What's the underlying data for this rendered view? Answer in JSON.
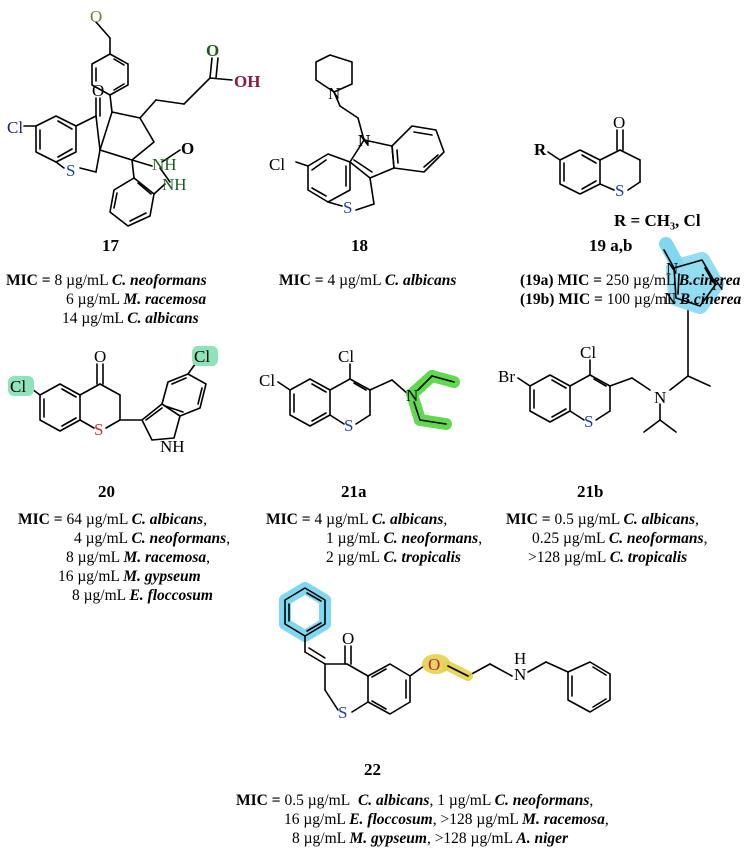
{
  "colors": {
    "cl": "#1a237e",
    "s_blue": "#1a3fa8",
    "s_red": "#d32f2f",
    "n": "#1b5e20",
    "oh": "#8b1a3a",
    "o_olive": "#7a7a2a",
    "hl_cyan": "#7fd8ef",
    "hl_green": "#8fe36a",
    "hl_green_bright": "#4fd63a",
    "hl_yellow": "#e3d24a",
    "o_magenta": "#c2185b"
  },
  "compounds": [
    {
      "id": "17",
      "atoms": {
        "cl": "Cl",
        "o_ketone": "O",
        "nh1": "NH",
        "nh2": "NH",
        "s": "S",
        "o_amide": "O",
        "o_acid": "O",
        "oh": "OH"
      },
      "mic_label": "MIC =",
      "activities": [
        {
          "value": "8 µg/mL",
          "organism": "C. neoformans"
        },
        {
          "value": "6 µg/mL",
          "organism": "M. racemosa"
        },
        {
          "value": "14 µg/mL",
          "organism": "C. albicans"
        }
      ]
    },
    {
      "id": "18",
      "atoms": {
        "cl": "Cl",
        "n_pyr": "N",
        "n_ind": "N",
        "s": "S"
      },
      "mic_label": "MIC =",
      "activities": [
        {
          "value": "4 µg/mL",
          "organism": "C. albicans"
        }
      ]
    },
    {
      "id": "19 a,b",
      "atoms": {
        "r": "R",
        "o": "O",
        "s": "S",
        "r_def": "R = CH₃, Cl"
      },
      "entries": [
        {
          "tag": "(19a)",
          "mic_label": "MIC =",
          "value": "250 µg/mL",
          "organism": "B.cinerea"
        },
        {
          "tag": "(19b)",
          "mic_label": "MIC =",
          "value": "100 µg/mL",
          "organism": "B.cinerea"
        }
      ]
    },
    {
      "id": "20",
      "atoms": {
        "cl1": "Cl",
        "cl2": "Cl",
        "o": "O",
        "s": "S",
        "nh": "NH"
      },
      "mic_label": "MIC =",
      "activities": [
        {
          "value": "64 µg/mL",
          "organism": "C. albicans",
          "sep": ","
        },
        {
          "value": "4 µg/mL",
          "organism": "C. neoformans",
          "sep": ","
        },
        {
          "value": "8 µg/mL",
          "organism": "M. racemosa",
          "sep": ","
        },
        {
          "value": "16 µg/mL",
          "organism": "M. gypseum",
          "sep": ""
        },
        {
          "value": "8 µg/mL",
          "organism": "E. floccosum",
          "sep": ""
        }
      ]
    },
    {
      "id": "21a",
      "atoms": {
        "cl1": "Cl",
        "cl2": "Cl",
        "s": "S",
        "n": "N"
      },
      "mic_label": "MIC =",
      "activities": [
        {
          "value": "4 µg/mL",
          "organism": "C. albicans",
          "sep": ","
        },
        {
          "value": "1 µg/mL",
          "organism": "C. neoformans",
          "sep": ","
        },
        {
          "value": "2 µg/mL",
          "organism": "C. tropicalis",
          "sep": ""
        }
      ]
    },
    {
      "id": "21b",
      "atoms": {
        "br": "Br",
        "cl": "Cl",
        "s": "S",
        "n_amine": "N",
        "n1": "N",
        "n2": "N",
        "n3": "N"
      },
      "mic_label": "MIC =",
      "activities": [
        {
          "value": "0.5 µg/mL",
          "organism": "C. albicans",
          "sep": ","
        },
        {
          "value": "0.25 µg/mL",
          "organism": "C. neoformans",
          "sep": ","
        },
        {
          "value": ">128 µg/mL",
          "organism": "C. tropicalis",
          "sep": ""
        }
      ]
    },
    {
      "id": "22",
      "atoms": {
        "o_ketone": "O",
        "o_ether": "O",
        "s": "S",
        "nh": "H",
        "n": "N"
      },
      "mic_label": "MIC =",
      "lines": [
        [
          {
            "value": "0.5 µg/mL",
            "organism": "C. albicans",
            "sep": ", "
          },
          {
            "value": "1 µg/mL",
            "organism": "C. neoformans",
            "sep": ","
          }
        ],
        [
          {
            "value": "16 µg/mL",
            "organism": "E. floccosum",
            "sep": ", "
          },
          {
            "value": ">128 µg/mL",
            "organism": "M. racemosa",
            "sep": ","
          }
        ],
        [
          {
            "value": "8 µg/mL",
            "organism": "M. gypseum",
            "sep": ", "
          },
          {
            "value": ">128 µg/mL",
            "organism": "A. niger",
            "sep": ""
          }
        ]
      ]
    }
  ]
}
